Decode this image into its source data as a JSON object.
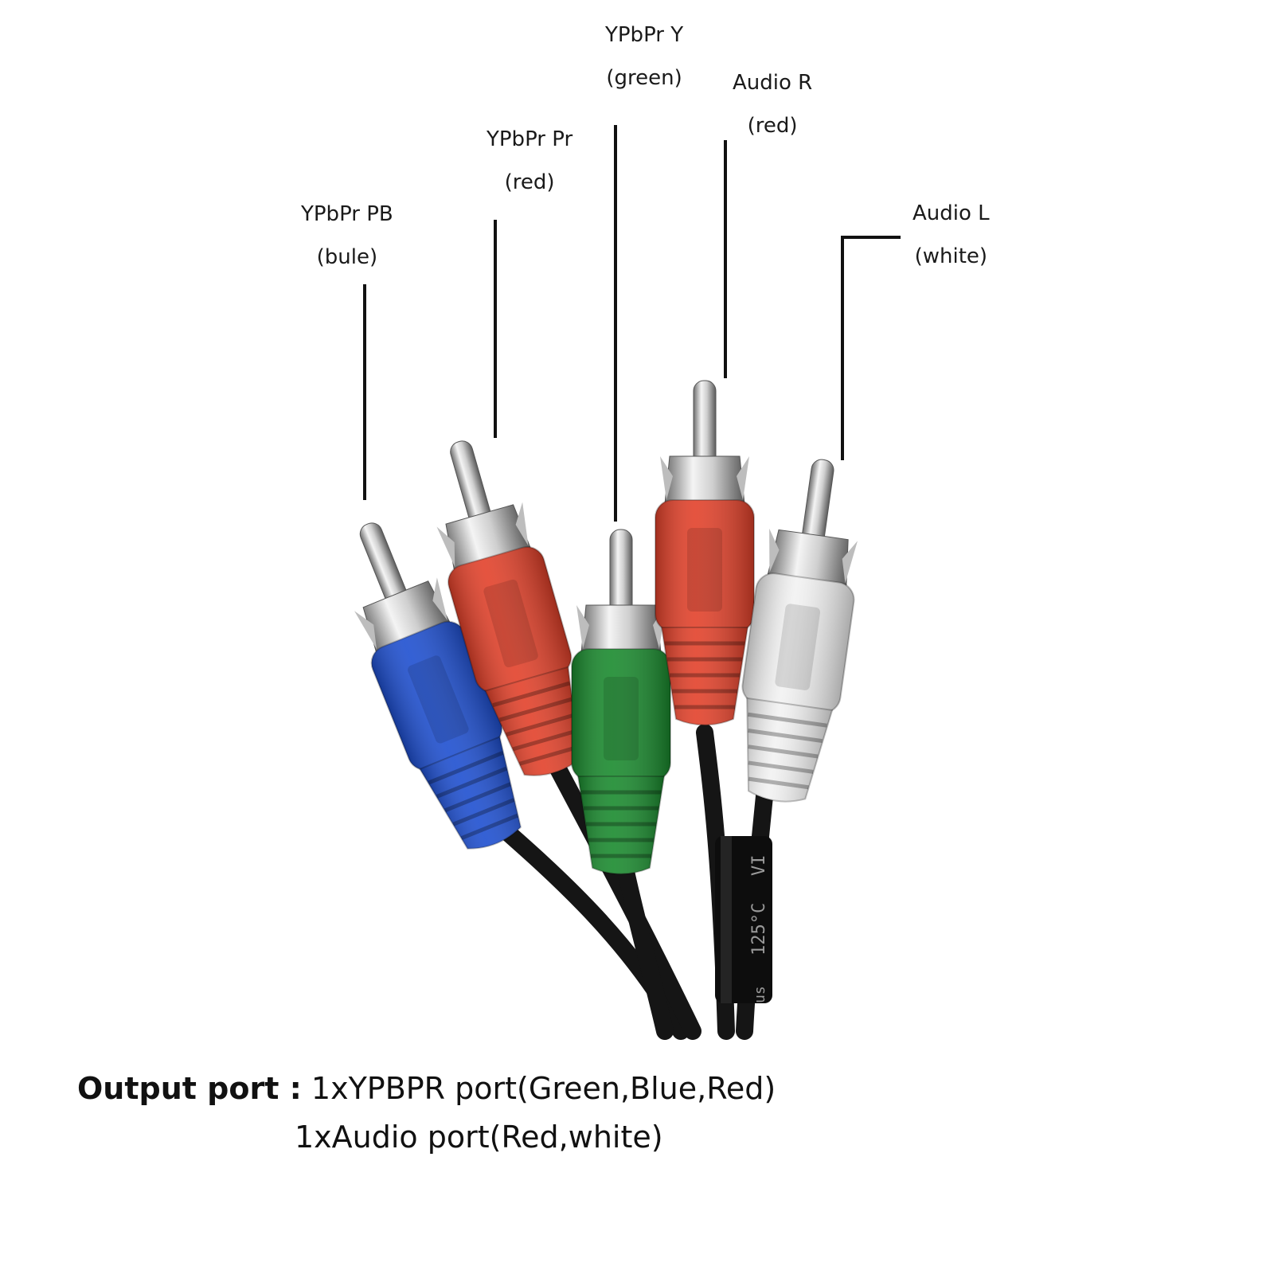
{
  "labels": [
    {
      "id": "pb",
      "line1": "YPbPr PB",
      "line2": "(bule)"
    },
    {
      "id": "pr",
      "line1": "YPbPr Pr",
      "line2": "(red)"
    },
    {
      "id": "y",
      "line1": "YPbPr Y",
      "line2": "(green)"
    },
    {
      "id": "ar",
      "line1": "Audio R",
      "line2": "(red)"
    },
    {
      "id": "al",
      "line1": "Audio L",
      "line2": "(white)"
    }
  ],
  "sleeve_text": {
    "rating": "125°C",
    "code": "VI",
    "mark": "us"
  },
  "caption": {
    "key": "Output port :",
    "line1": "1xYPBPR port(Green,Blue,Red)",
    "line2": "1xAudio port(Red,white)"
  },
  "colors": {
    "blue": "#1e4fd0",
    "red": "#e2412a",
    "green": "#1a8a2e",
    "white": "#f2f2f2",
    "cable": "#151515"
  }
}
